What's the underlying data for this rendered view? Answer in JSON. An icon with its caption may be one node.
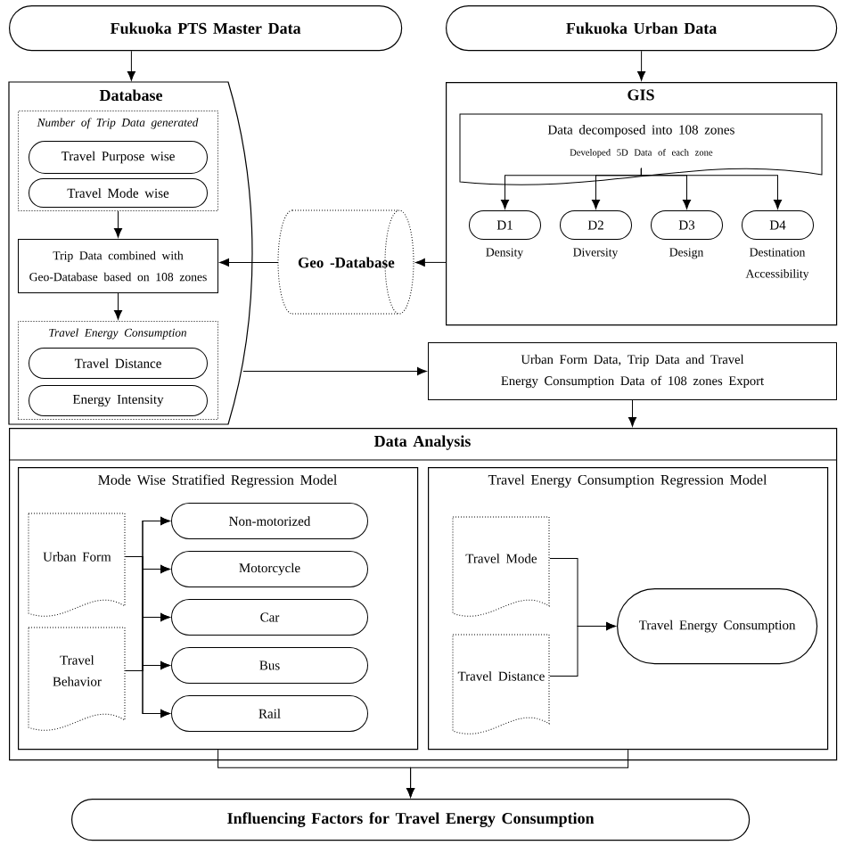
{
  "diagram": {
    "nodes": [
      {
        "text": [
          "Fukuoka PTS Master Data"
        ]
      },
      {
        "text": [
          "Fukuoka Urban Data"
        ]
      },
      {
        "text": [
          "Database"
        ]
      },
      {
        "text": [
          "Number of Trip Data generated"
        ],
        "in": 2
      },
      {
        "text": [
          "Travel Purpose wise"
        ],
        "in": 3
      },
      {
        "text": [
          "Travel Mode wise"
        ],
        "in": 3
      },
      {
        "text": [
          "Trip Data combined with Geo-Database based on 108 zones"
        ],
        "in": 2
      },
      {
        "text": [
          "Travel Energy Consumption"
        ],
        "in": 2
      },
      {
        "text": [
          "Travel Distance"
        ],
        "in": 7
      },
      {
        "text": [
          "Energy Intensity"
        ],
        "in": 7
      },
      {
        "text": [
          "Geo -Database"
        ]
      },
      {
        "text": [
          "GIS"
        ]
      },
      {
        "text": [
          "Data decomposed into 108 zones",
          "Developed 5D Data of each zone"
        ],
        "in": 11
      },
      {
        "text": [
          "D1"
        ],
        "in": 11,
        "beside": [
          "Density"
        ]
      },
      {
        "text": [
          "D2"
        ],
        "in": 11,
        "beside": [
          "Diversity"
        ]
      },
      {
        "text": [
          "D3"
        ],
        "in": 11,
        "beside": [
          "Design"
        ]
      },
      {
        "text": [
          "D4"
        ],
        "in": 11,
        "beside": [
          "Destination Accessibility"
        ]
      },
      {
        "text": [
          "Urban Form Data, Trip Data and Travel Energy Consumption Data of 108 zones Export"
        ]
      },
      {
        "text": [
          "Data Analysis"
        ]
      },
      {
        "text": [
          "Mode Wise Stratified Regression Model"
        ],
        "in": 18
      },
      {
        "text": [
          "Urban Form"
        ],
        "in": 19
      },
      {
        "text": [
          "Travel Behavior"
        ],
        "in": 19
      },
      {
        "text": [
          "Non-motorized"
        ],
        "in": 19
      },
      {
        "text": [
          "Motorcycle"
        ],
        "in": 19
      },
      {
        "text": [
          "Car"
        ],
        "in": 19
      },
      {
        "text": [
          "Bus"
        ],
        "in": 19
      },
      {
        "text": [
          "Rail"
        ],
        "in": 19
      },
      {
        "text": [
          "Travel Energy Consumption Regression Model"
        ],
        "in": 18
      },
      {
        "text": [
          "Travel Mode"
        ],
        "in": 27
      },
      {
        "text": [
          "Travel Distance"
        ],
        "in": 27
      },
      {
        "text": [
          "Travel Energy Consumption"
        ],
        "in": 27
      },
      {
        "text": [
          "Influencing Factors for Travel Energy Consumption"
        ]
      }
    ],
    "edges": [
      {
        "from": 0,
        "to": 2,
        "arrow": "to"
      },
      {
        "from": 1,
        "to": 11,
        "arrow": "to"
      },
      {
        "from": 3,
        "to": 6,
        "arrow": "to"
      },
      {
        "from": 6,
        "to": 7,
        "arrow": "to"
      },
      {
        "from": 10,
        "to": 6,
        "arrow": "to"
      },
      {
        "from": 11,
        "to": 10,
        "arrow": "to"
      },
      {
        "from": 12,
        "to": 13,
        "arrow": "to"
      },
      {
        "from": 12,
        "to": 14,
        "arrow": "to"
      },
      {
        "from": 12,
        "to": 15,
        "arrow": "to"
      },
      {
        "from": 12,
        "to": 16,
        "arrow": "to"
      },
      {
        "from": 2,
        "to": 17,
        "arrow": "to"
      },
      {
        "from": 17,
        "to": 18,
        "arrow": "to"
      },
      {
        "from": 20,
        "to": 22,
        "arrow": "to"
      },
      {
        "from": 20,
        "to": 23,
        "arrow": "to"
      },
      {
        "from": 20,
        "to": 24,
        "arrow": "to"
      },
      {
        "from": 20,
        "to": 25,
        "arrow": "to"
      },
      {
        "from": 20,
        "to": 26,
        "arrow": "to"
      },
      {
        "from": 21,
        "to": 22,
        "arrow": "to"
      },
      {
        "from": 21,
        "to": 23,
        "arrow": "to"
      },
      {
        "from": 21,
        "to": 24,
        "arrow": "to"
      },
      {
        "from": 21,
        "to": 25,
        "arrow": "to"
      },
      {
        "from": 21,
        "to": 26,
        "arrow": "to"
      },
      {
        "from": 28,
        "to": 30,
        "arrow": "to"
      },
      {
        "from": 29,
        "to": 30,
        "arrow": "to"
      },
      {
        "from": 19,
        "to": 31,
        "arrow": "to"
      },
      {
        "from": 27,
        "to": 31,
        "arrow": "to"
      }
    ]
  }
}
